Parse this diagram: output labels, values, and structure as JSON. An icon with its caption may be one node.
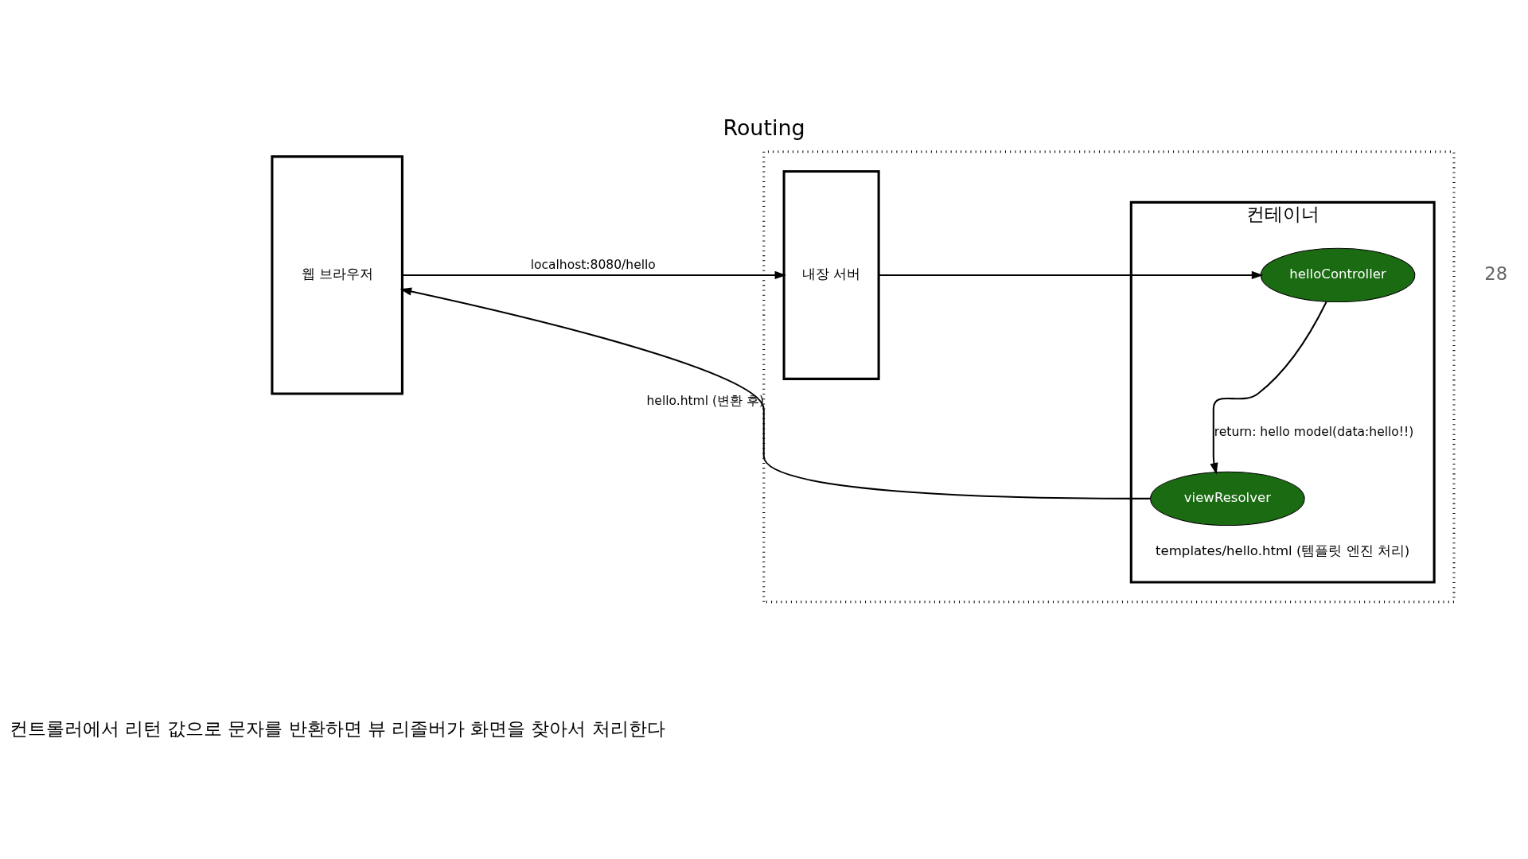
{
  "diagram": {
    "title": "Routing",
    "caption": "컨트롤러에서 리턴 값으로 문자를 반환하면 뷰 리졸버가 화면을 찾아서 처리한다",
    "nodes": [
      {
        "text": [
          "웹 브라우저"
        ]
      },
      {
        "text": [],
        "shape": "box"
      },
      {
        "text": [
          "내장 서버"
        ],
        "in": 1
      },
      {
        "text": [
          "컨테이너"
        ],
        "in": 1
      },
      {
        "text": [
          "helloController"
        ],
        "in": 3
      },
      {
        "text": [
          "viewResolver"
        ],
        "in": 3,
        "beside": [
          "templates/hello.html (템플릿 엔진 처리)"
        ]
      }
    ],
    "edges": [
      {
        "from": 0,
        "to": 2,
        "arrow": "to",
        "label": "localhost:8080/hello"
      },
      {
        "from": 2,
        "to": 4,
        "arrow": "to"
      },
      {
        "from": 4,
        "to": 5,
        "arrow": "to",
        "label": "return: hello model(data:hello!!)"
      },
      {
        "from": 5,
        "to": 0,
        "arrow": "to",
        "label": "hello.html (변환 후)"
      }
    ],
    "labels": [
      "28"
    ]
  }
}
